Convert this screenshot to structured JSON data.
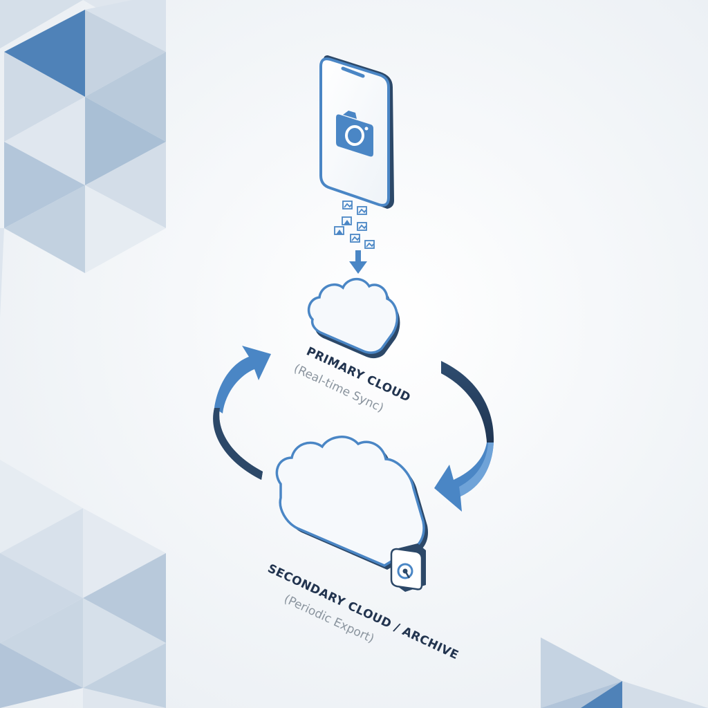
{
  "diagram": {
    "primary_cloud": {
      "title": "PRIMARY CLOUD",
      "subtitle": "(Real-time Sync)"
    },
    "secondary_cloud": {
      "title": "SECONDARY CLOUD / ARCHIVE",
      "subtitle": "(Periodic Export)"
    }
  },
  "colors": {
    "accent": "#4a86c5",
    "accent_light": "#6fa3d8",
    "dark": "#2c4868",
    "background": "#f2f5f8",
    "triangle_dark": "#4f82b8",
    "triangle_mid": "#9fb6cf",
    "triangle_light": "#cbd7e4"
  }
}
